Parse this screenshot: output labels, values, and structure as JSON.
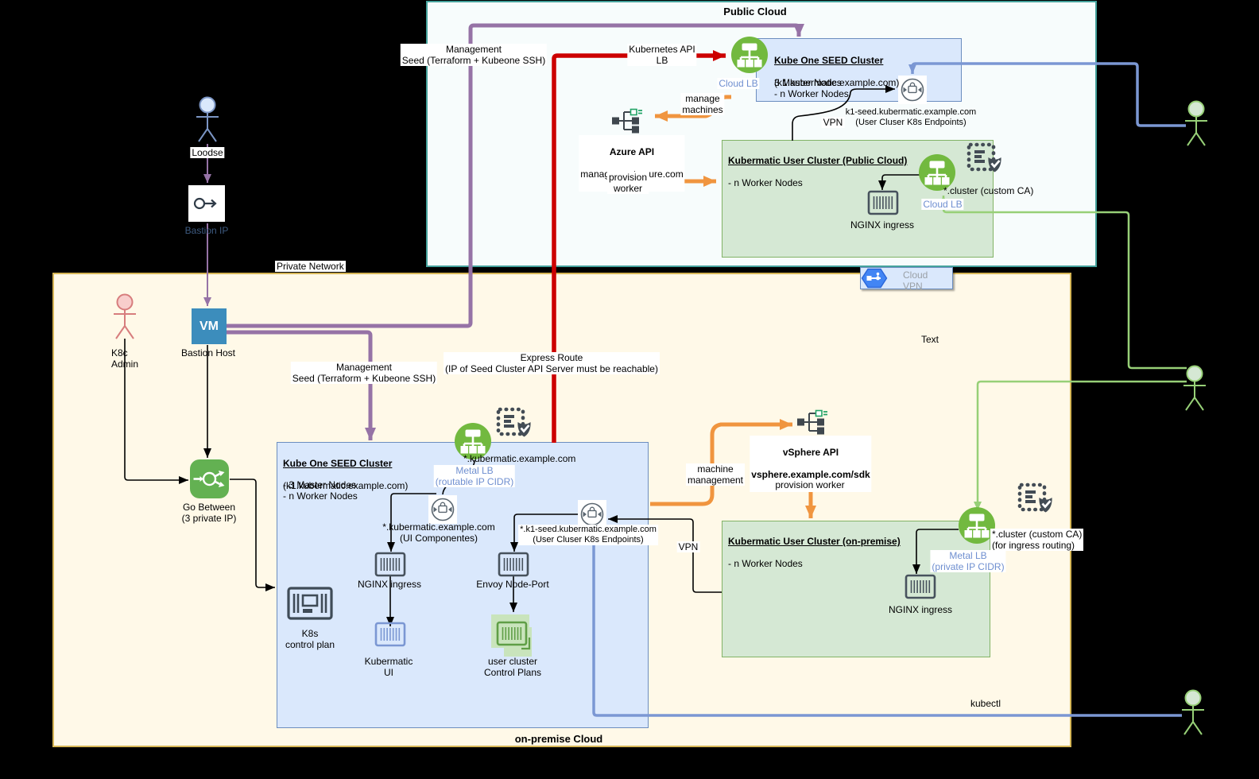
{
  "colors": {
    "public_cloud_border": "#45a29c",
    "on_premise_border": "#d6b656",
    "seed_box_fill": "#dae8fc",
    "seed_box_border": "#6c8ebf",
    "user_cluster_fill": "#d5e8d4",
    "user_cluster_border": "#82b366",
    "management_arrow": "#9673a6",
    "api_lb_arrow": "#cc0000",
    "provision_arrow": "#f0953f",
    "kubectl_line": "#7b97d3",
    "ingress_line": "#97d077",
    "cluster_icon_green": "#72b93f",
    "vm_fill": "#3c8dbc"
  },
  "public_cloud": {
    "title": "Public Cloud",
    "management_seed_label": "Management\nSeed (Terraform + Kubeone SSH)",
    "kubernetes_api_lb_label": "Kubernetes API\nLB",
    "seed_cluster": {
      "title": "Kube One SEED Cluster",
      "domain": "(k1.kubermatic.example.com)",
      "nodes": "3 Master Nodes\n- n Worker Nodes",
      "cloud_lb_label": "Cloud LB"
    },
    "endpoints_label": "k1-seed.kubermatic.example.com\n(User Cluser K8s Endpoints)",
    "vpn_label": "VPN",
    "manage_machines_label": "manage\nmachines",
    "azure_api": {
      "name": "Azure API",
      "domain": "management.azure.com"
    },
    "provision_worker_label": "provision\nworker",
    "user_cluster": {
      "title": "Kubermatic User Cluster (Public Cloud)",
      "nodes": "- n Worker Nodes",
      "nginx_label": "NGINX ingress",
      "custom_ca_label": "*.cluster (custom CA)",
      "cloud_lb_label": "Cloud LB"
    },
    "cloud_vpn_label": "Cloud\nVPN"
  },
  "private_network_label": "Private Network",
  "actors": {
    "loodse": "Loodse",
    "k8c_admin": "K8c\nAdmin"
  },
  "bastion": {
    "ip_label": "Bastion IP",
    "vm_label": "VM",
    "host_label": "Bastion Host"
  },
  "go_between_label": "Go Between\n(3 private IP)",
  "on_premise": {
    "title": "on-premise Cloud",
    "text_placeholder": "Text",
    "management_seed_label": "Management\nSeed (Terraform + Kubeone SSH)",
    "express_route_label": "Express Route\n(IP of Seed Cluster API Server must be reachable)",
    "seed_cluster": {
      "title": "Kube One SEED Cluster",
      "domain": "(k1.kubermatic.example.com)",
      "nodes": "- 3 Master Nodes\n- n Worker Nodes",
      "wildcard_domain": "*.kubermatic.example.com",
      "metal_lb_label": "Metal LB\n(routable IP CIDR)",
      "ui_components_label": "*.kubermatic.example.com\n(UI Componentes)",
      "nginx_label": "NGINX ingress",
      "kubermatic_ui_label": "Kubermatic\nUI",
      "envoy_label": "Envoy Node-Port",
      "user_cluster_cp_label": "user cluster\nControl Plans",
      "k8s_control_plan_label": "K8s\ncontrol plan",
      "endpoints_label": "*.k1-seed.kubermatic.example.com\n(User Cluser K8s Endpoints)"
    },
    "machine_management_label": "machine\nmanagement",
    "vsphere_api": {
      "name": "vSphere API",
      "domain": "vsphere.example.com/sdk"
    },
    "provision_worker_label": "provision worker",
    "vpn_label": "VPN",
    "user_cluster": {
      "title": "Kubermatic User Cluster (on-premise)",
      "nodes": "- n Worker Nodes",
      "nginx_label": "NGINX ingress",
      "custom_ca_label": "*.cluster (custom CA)\n(for ingress routing)",
      "metal_lb_label": "Metal LB\n(private IP CIDR)"
    },
    "kubectl_label": "kubectl"
  }
}
